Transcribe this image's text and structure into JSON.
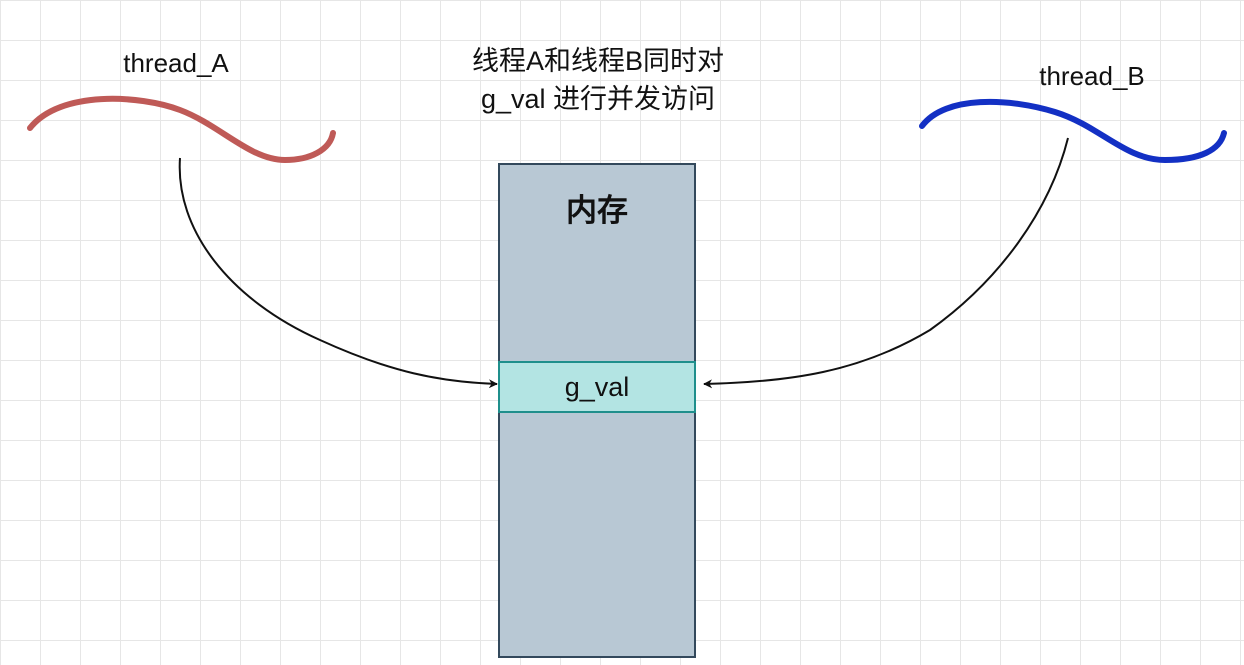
{
  "thread_a": {
    "label": "thread_A",
    "color": "#bf5a57"
  },
  "thread_b": {
    "label": "thread_B",
    "color": "#1330c4"
  },
  "caption": {
    "line1": "线程A和线程B同时对",
    "line2": "g_val 进行并发访问"
  },
  "memory": {
    "title": "内存",
    "fill_color": "#b8c8d4",
    "variable": {
      "name": "g_val",
      "fill_color": "#b3e4e3"
    }
  }
}
